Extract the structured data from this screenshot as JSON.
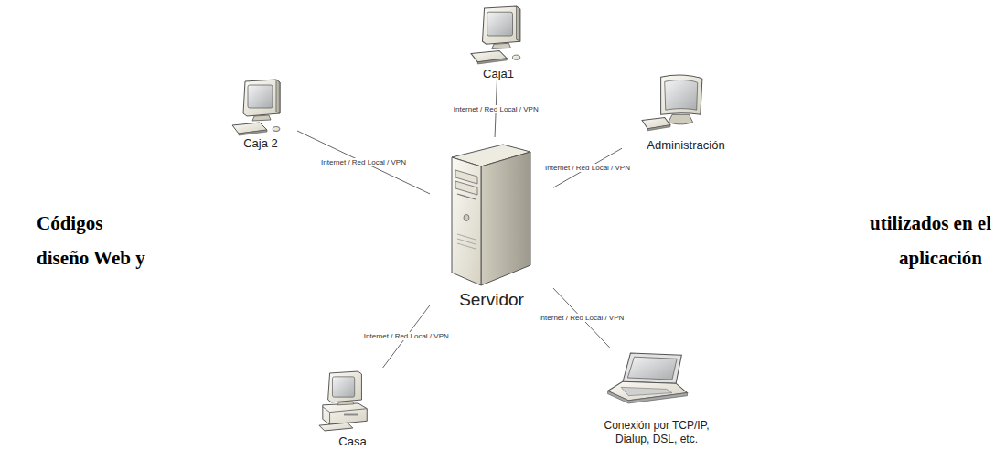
{
  "diagram": {
    "nodes": [
      {
        "text": [
          "Caja1"
        ]
      },
      {
        "text": [
          "Caja 2"
        ]
      },
      {
        "text": [
          "Administración"
        ]
      },
      {
        "text": [
          "Servidor"
        ]
      },
      {
        "text": [
          "Casa"
        ]
      },
      {
        "text": [
          "Conexión por TCP/IP, Dialup, DSL, etc."
        ]
      }
    ],
    "edges": [
      {
        "from": 3,
        "to": 0,
        "label": "Internet / Red Local / VPN",
        "arrow": "none"
      },
      {
        "from": 3,
        "to": 1,
        "label": "Internet / Red Local / VPN",
        "arrow": "none"
      },
      {
        "from": 3,
        "to": 2,
        "label": "Internet / Red Local / VPN",
        "arrow": "none"
      },
      {
        "from": 3,
        "to": 4,
        "label": "Internet / Red Local / VPN",
        "arrow": "none"
      },
      {
        "from": 3,
        "to": 5,
        "label": "Internet / Red Local / VPN",
        "arrow": "none"
      }
    ],
    "labels": [
      "Códigos",
      "utilizados en el",
      "diseño Web y",
      "aplicación"
    ]
  }
}
